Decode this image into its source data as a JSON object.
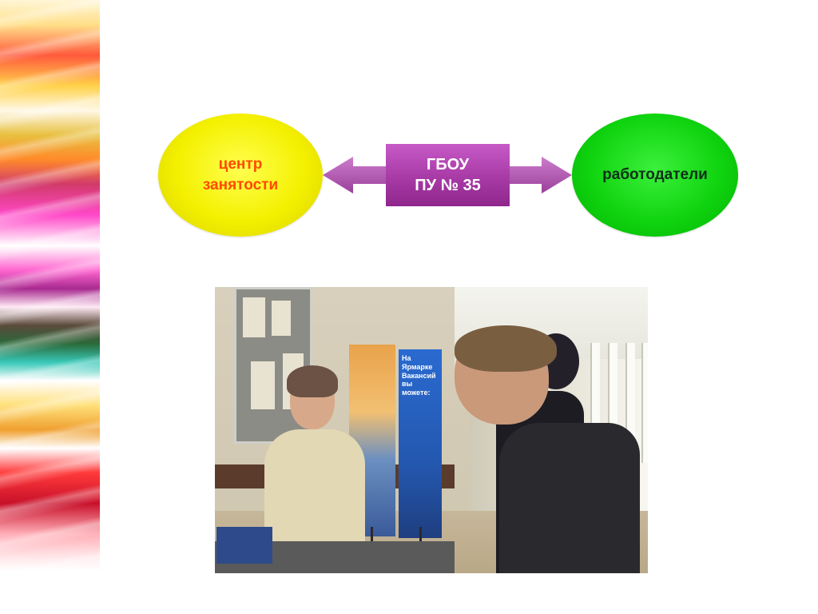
{
  "diagram": {
    "left_node": {
      "line1": "центр",
      "line2": "занятости",
      "fill": "#f4f000",
      "text_color": "#ff4a00"
    },
    "center_node": {
      "line1": "ГБОУ",
      "line2": "ПУ № 35",
      "fill": "#a83aa6",
      "text_color": "#ffffff"
    },
    "right_node": {
      "label": "работодатели",
      "fill": "#10d410",
      "text_color": "#10301a"
    },
    "connector": {
      "type": "double-headed-arrow",
      "color": "#b060b0"
    }
  },
  "photo": {
    "banner_lines": [
      "На Ярмарке",
      "Вакансий",
      "вы можете:"
    ]
  }
}
